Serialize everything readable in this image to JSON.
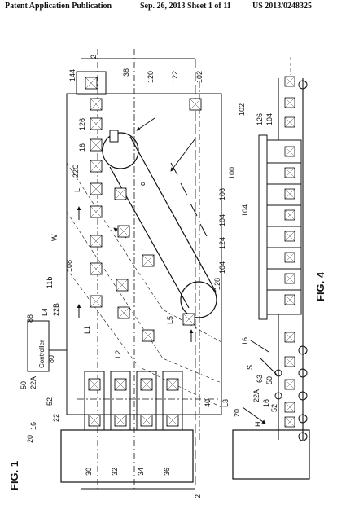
{
  "header": {
    "publication": "Patent Application Publication",
    "date_sheet": "Sep. 26, 2013   Sheet 1 of 11",
    "patent_number": "US 2013/0248325"
  },
  "figures": {
    "fig1": {
      "caption": "FIG. 1",
      "controller_label": "Controller",
      "refs": {
        "r2a": "2",
        "r2b": "2",
        "r144": "144",
        "r38": "38",
        "r120": "120",
        "r122": "122",
        "r102": "102",
        "r126": "126",
        "r16a": "16",
        "r22c": "22C",
        "rL": "L",
        "ralpha": "α",
        "r106": "106",
        "r104a": "104",
        "r124": "124",
        "r104b": "104",
        "r128": "128",
        "rW": "W",
        "r108": "108",
        "r11b": "11b",
        "r88": "88",
        "rL4": "L4",
        "r22b": "22B",
        "rL1": "L1",
        "rL2": "L2",
        "rL5": "L5",
        "r80": "80",
        "r50": "50",
        "r22a": "22A",
        "r52": "52",
        "r40": "40",
        "r22": "22",
        "r16b": "16",
        "r20": "20",
        "r30": "30",
        "r32": "32",
        "r34": "34",
        "r36": "36",
        "rL3": "L3"
      }
    },
    "fig4": {
      "caption": "FIG. 4",
      "refs": {
        "r102": "102",
        "r126": "126",
        "r104a": "104",
        "r100": "100",
        "r104b": "104",
        "r16a": "16",
        "rS": "S",
        "r63": "63",
        "r50": "50",
        "r22a": "22A",
        "r16b": "16",
        "r52": "52",
        "r20": "20",
        "rH": "H"
      }
    }
  }
}
